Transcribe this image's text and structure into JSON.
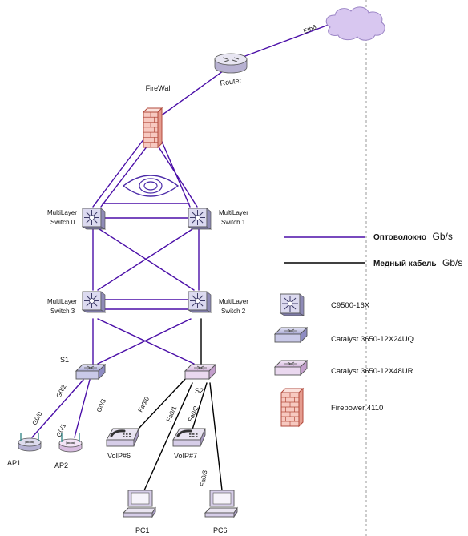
{
  "colors": {
    "fiber": "#4b0fa8",
    "copper": "#000000",
    "firewall": "#f7c9c0",
    "firewall_stroke": "#b24a3c",
    "switch_core": "#dcdaf0",
    "switch_access_a": "#c9c9e8",
    "switch_access_b": "#ead8ef",
    "cloud": "#d8c7f0",
    "device": "#d6cde8"
  },
  "nodes": {
    "cloud": {
      "label": ""
    },
    "router": {
      "label": "Router"
    },
    "firewall": {
      "label": "FireWall"
    },
    "ms0": {
      "label1": "MultiLayer",
      "label2": "Switch 0"
    },
    "ms1": {
      "label1": "MultiLayer",
      "label2": "Switch 1"
    },
    "ms3": {
      "label1": "MultiLayer",
      "label2": "Switch 3"
    },
    "ms2": {
      "label1": "MultiLayer",
      "label2": "Switch 2"
    },
    "s1": {
      "label": "S1"
    },
    "s2": {
      "label": "S2"
    },
    "ap1": {
      "label": "AP1"
    },
    "ap2": {
      "label": "AP2"
    },
    "voip6": {
      "label": "VoIP#6"
    },
    "voip7": {
      "label": "VoIP#7"
    },
    "pc1": {
      "label": "PC1"
    },
    "pc6": {
      "label": "PC6"
    }
  },
  "links": {
    "eth6": "Eth6",
    "g00": "G0/0",
    "g01": "G0/1",
    "g02": "G0/2",
    "g03": "G0/3",
    "fa00": "Fa0/0",
    "fa01": "Fa0/1",
    "fa02": "Fa0/2",
    "fa03": "Fa0/3"
  },
  "legend": {
    "fiber_label": "Оптоволокно",
    "fiber_unit": "Gb/s",
    "copper_label": "Медный кабель",
    "copper_unit": "Gb/s",
    "items": [
      {
        "icon": "multilayer-switch-icon",
        "label": "C9500-16X"
      },
      {
        "icon": "switch-blue-icon",
        "label": "Catalyst 3650-12X24UQ"
      },
      {
        "icon": "switch-pink-icon",
        "label": "Catalyst 3650-12X48UR"
      },
      {
        "icon": "firewall-icon",
        "label": "Firepower 4110"
      }
    ]
  }
}
